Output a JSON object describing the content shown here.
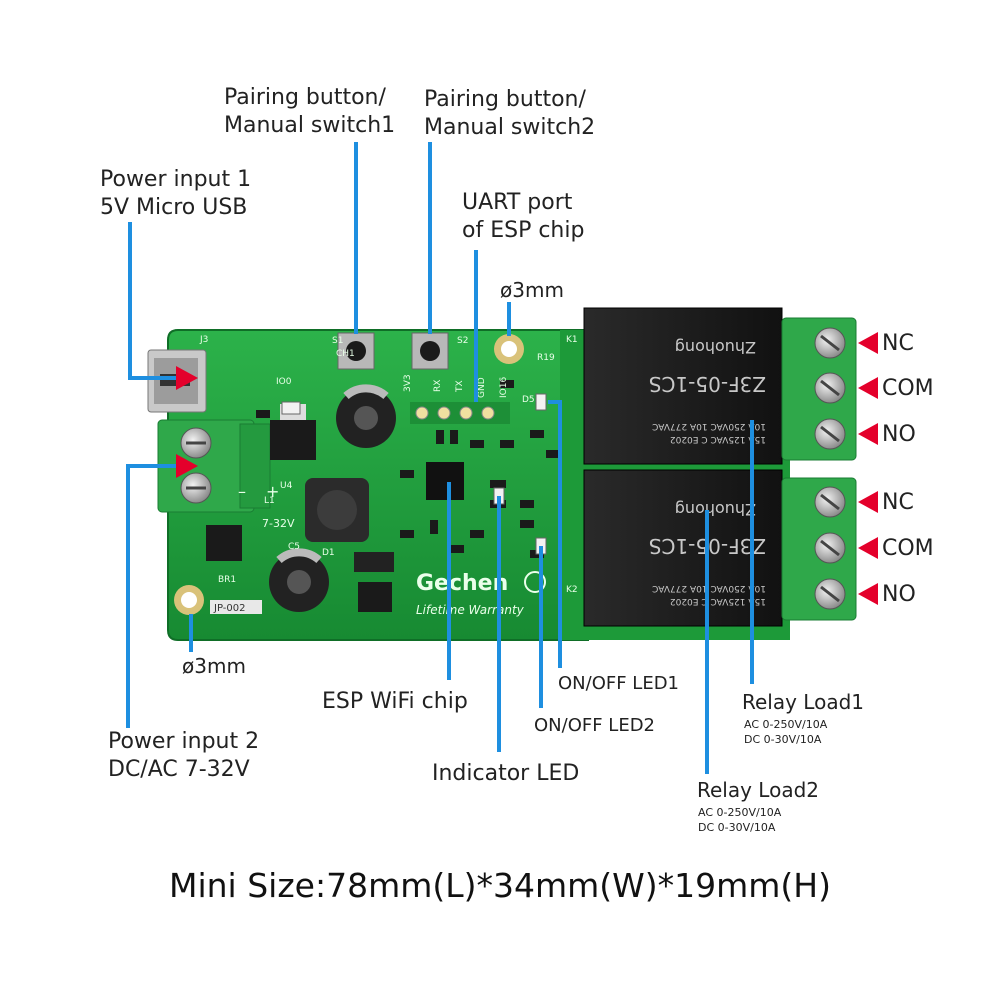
{
  "labels": {
    "pairing1": [
      "Pairing button/",
      "Manual switch1"
    ],
    "pairing2": [
      "Pairing button/",
      "Manual switch2"
    ],
    "power1": [
      "Power input 1",
      "5V Micro USB"
    ],
    "uart": [
      "UART port",
      "of ESP chip"
    ],
    "hole_top": "ø3mm",
    "hole_bottom": "ø3mm",
    "power2": [
      "Power input 2",
      "DC/AC 7-32V"
    ],
    "esp_chip": "ESP WiFi chip",
    "led1": "ON/OFF LED1",
    "led2": "ON/OFF LED2",
    "indicator": "Indicator LED",
    "relay1": {
      "title": "Relay Load1",
      "ac": "AC 0-250V/10A",
      "dc": "DC 0-30V/10A"
    },
    "relay2": {
      "title": "Relay Load2",
      "ac": "AC 0-250V/10A",
      "dc": "DC 0-30V/10A"
    },
    "terminals": [
      "NC",
      "COM",
      "NO",
      "NC",
      "COM",
      "NO"
    ]
  },
  "board": {
    "brand": "Gechen",
    "tagline": "Lifetime Warranty",
    "model": "JP-002",
    "relay_text": [
      "15A 125VAC",
      "10A 250VAC",
      "10A 277VAC",
      "Z3F-05-1CS",
      "Zhuohong"
    ],
    "silk": [
      "J3",
      "S1",
      "S2",
      "K1",
      "K2",
      "R19",
      "D5",
      "U4",
      "L1",
      "C5",
      "D1",
      "BR1",
      "IO0",
      "CH1",
      "3V3",
      "RX",
      "TX",
      "GND",
      "IO16",
      "7-32V",
      "+",
      "–"
    ]
  },
  "footer": {
    "size": "Mini Size:78mm(L)*34mm(W)*19mm(H)"
  },
  "colors": {
    "pcb": "#1f9e3a",
    "callout": "#1e8fe0",
    "arrow": "#e4002b",
    "terminal": "#2fa84a",
    "relay": "#1a1a1a"
  }
}
